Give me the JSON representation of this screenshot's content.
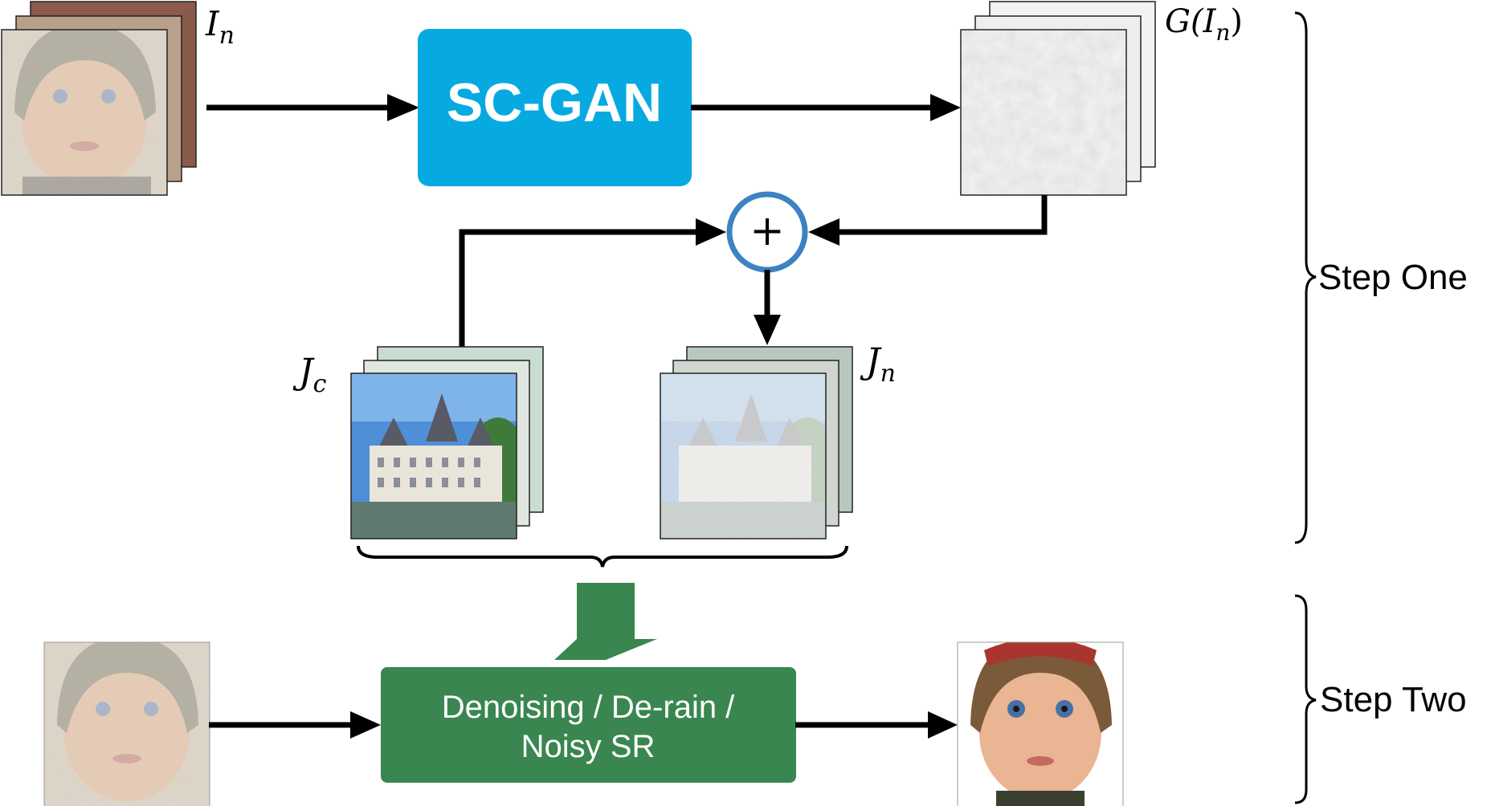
{
  "boxes": {
    "scgan": {
      "label": "SC-GAN",
      "color": "#06aae0"
    },
    "task": {
      "line1": "Denoising / De-rain /",
      "line2": "Noisy SR",
      "color": "#3a8650"
    }
  },
  "labels": {
    "in_base": "I",
    "in_sub": "n",
    "g_prefix": "G(",
    "g_base": "I",
    "g_sub": "n",
    "g_suffix": ")",
    "jc_base": "J",
    "jc_sub": "c",
    "jn_base": "J",
    "jn_sub": "n",
    "plus": "+"
  },
  "steps": {
    "one": "Step One",
    "two": "Step Two"
  },
  "colors": {
    "adder_ring": "#3d82c2",
    "arrow": "#000000",
    "down_arrow": "#3a8650",
    "skin": "#d8a070",
    "hat": "#6e6448",
    "sky": "#4f8fd8",
    "castle": "#e9e5da",
    "water": "#5f7a70",
    "noise": "#cfcfcf"
  }
}
